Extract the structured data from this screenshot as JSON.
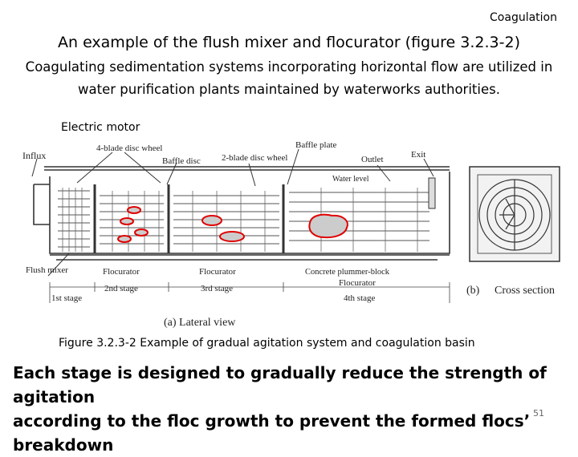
{
  "slide": {
    "section": "Coagulation",
    "title": "An example of the flush mixer and flocurator (figure 3.2.3-2)",
    "intro_line1": "Coagulating sedimentation systems incorporating horizontal flow are utilized in",
    "intro_line2": "water purification plants maintained by waterworks authorities.",
    "caption": "Figure 3.2.3-2  Example of gradual agitation system and coagulation basin",
    "conclusion_line1": "Each stage is designed to gradually reduce the strength of agitation",
    "conclusion_line2": "according to the floc growth to prevent the formed flocs’ breakdown",
    "page_number": "51"
  },
  "diagram": {
    "electric_motor": "Electric motor",
    "labels": {
      "influx": "Influx",
      "four_blade": "4-blade disc wheel",
      "baffle_disc": "Baffle disc",
      "two_blade": "2-blade disc wheel",
      "baffle_plate": "Baffle plate",
      "outlet": "Outlet",
      "exit": "Exit",
      "water_level": "Water level",
      "flush_mixer": "Flush mixer",
      "flocurator_2": "Flocurator",
      "flocurator_3": "Flocurator",
      "concrete": "Concrete plummer-block",
      "flocurator_4": "Flocurator",
      "stage1": "1st stage",
      "stage2": "2nd stage",
      "stage3": "3rd stage",
      "stage4": "4th stage",
      "lateral": "(a)   Lateral view",
      "cross_b": "(b)",
      "cross": "Cross section"
    },
    "colors": {
      "floc_outline": "#e00000",
      "line": "#333333"
    }
  }
}
